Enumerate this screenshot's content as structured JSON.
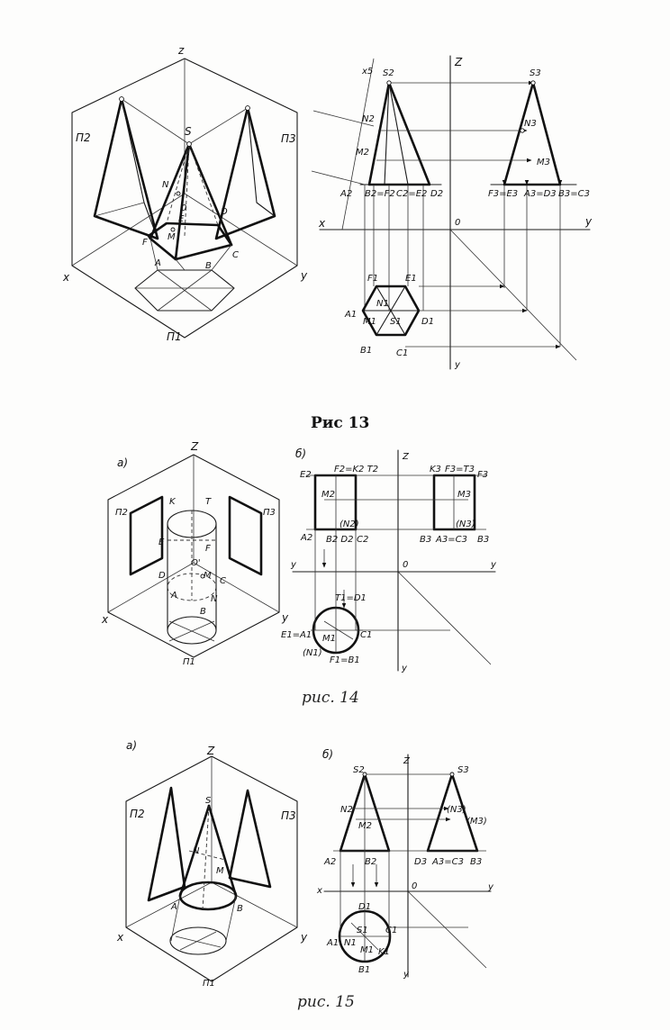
{
  "fig13": {
    "caption": "Рис  13",
    "iso": {
      "axes": {
        "z": "z",
        "x": "x",
        "y": "y"
      },
      "planes": {
        "p2": "П2",
        "p3": "П3",
        "p1": "П1"
      },
      "points": {
        "S": "S",
        "N": "N",
        "O": "0",
        "E": "E",
        "D": "D",
        "F": "F",
        "M": "M",
        "A": "A",
        "B": "B",
        "C": "C"
      }
    },
    "ortho": {
      "axes": {
        "z": "Z",
        "x": "x",
        "y": "y",
        "o": "0",
        "ybottom": "y",
        "x5": "x5"
      },
      "front": {
        "S2": "S2",
        "N2": "N2",
        "M2": "M2",
        "A2": "A2",
        "B2F2": "B2=F2",
        "C2E2": "C2=E2",
        "D2": "D2"
      },
      "side": {
        "S3": "S3",
        "N3": "N3",
        "M3": "M3",
        "F3E3": "F3=E3",
        "A3D3": "A3=D3",
        "B3C3": "B3=C3"
      },
      "top": {
        "E1": "E1",
        "F1": "F1",
        "A1": "A1",
        "M1": "M1",
        "N1": "N1",
        "S1": "S1",
        "D1": "D1",
        "B1": "B1",
        "C1": "C1"
      }
    }
  },
  "fig14": {
    "caption": "рис. 14",
    "sub_a": "а)",
    "sub_b": "б)",
    "iso": {
      "axes": {
        "z": "Z",
        "x": "x",
        "y": "y"
      },
      "planes": {
        "p2": "П2",
        "p3": "П3",
        "p1": "П1"
      },
      "points": {
        "K": "K",
        "T": "T",
        "E": "E",
        "F": "F",
        "O": "O'",
        "D": "D",
        "M": "M",
        "C": "C",
        "A": "A",
        "N": "N",
        "B": "B"
      }
    },
    "ortho": {
      "axes": {
        "z": "Z",
        "o": "0",
        "y": "y",
        "y1": "y",
        "yb": "y"
      },
      "top_labels": {
        "E2": "E2",
        "F2K2T2": "F2=K2 T2",
        "K3": "K3",
        "F3T3": "F3=T3",
        "F3b": "F3"
      },
      "mid_labels": {
        "M2": "M2",
        "M3": "M3",
        "N2": "(N2)",
        "N3": "(N3)"
      },
      "base_labels": {
        "A2": "A2",
        "B2D2": "B2 D2",
        "C2": "C2",
        "B3": "B3",
        "A3C3": "A3=C3",
        "B3b": "B3"
      },
      "circle_labels": {
        "T1D1": "T1=D1",
        "E1A1": "E1=A1",
        "M1": "M1",
        "C1": "C1",
        "N1": "(N1)",
        "F1B1": "F1=B1"
      }
    }
  },
  "fig15": {
    "caption": "рис. 15",
    "sub_a": "а)",
    "sub_b": "б)",
    "iso": {
      "axes": {
        "z": "Z",
        "x": "x",
        "y": "y"
      },
      "planes": {
        "p2": "П2",
        "p3": "П3",
        "p1": "П1"
      },
      "points": {
        "S": "S",
        "N": "N",
        "M": "M",
        "A": "A",
        "B": "B"
      }
    },
    "ortho": {
      "axes": {
        "z": "Z",
        "x": "x",
        "y": "y",
        "o": "0",
        "yb": "y"
      },
      "front": {
        "S2": "S2",
        "N2": "N2",
        "M2": "M2",
        "A2": "A2",
        "B2": "B2"
      },
      "side": {
        "S3": "S3",
        "N3": "(N3)",
        "M3": "(M3)",
        "D3": "D3",
        "A3C3": "A3=C3",
        "B3": "B3"
      },
      "top": {
        "D1": "D1",
        "S1": "S1",
        "C1": "C1",
        "A1": "A1",
        "N1": "N1",
        "M1": "M1",
        "K1": "K1",
        "B1": "B1"
      }
    }
  }
}
